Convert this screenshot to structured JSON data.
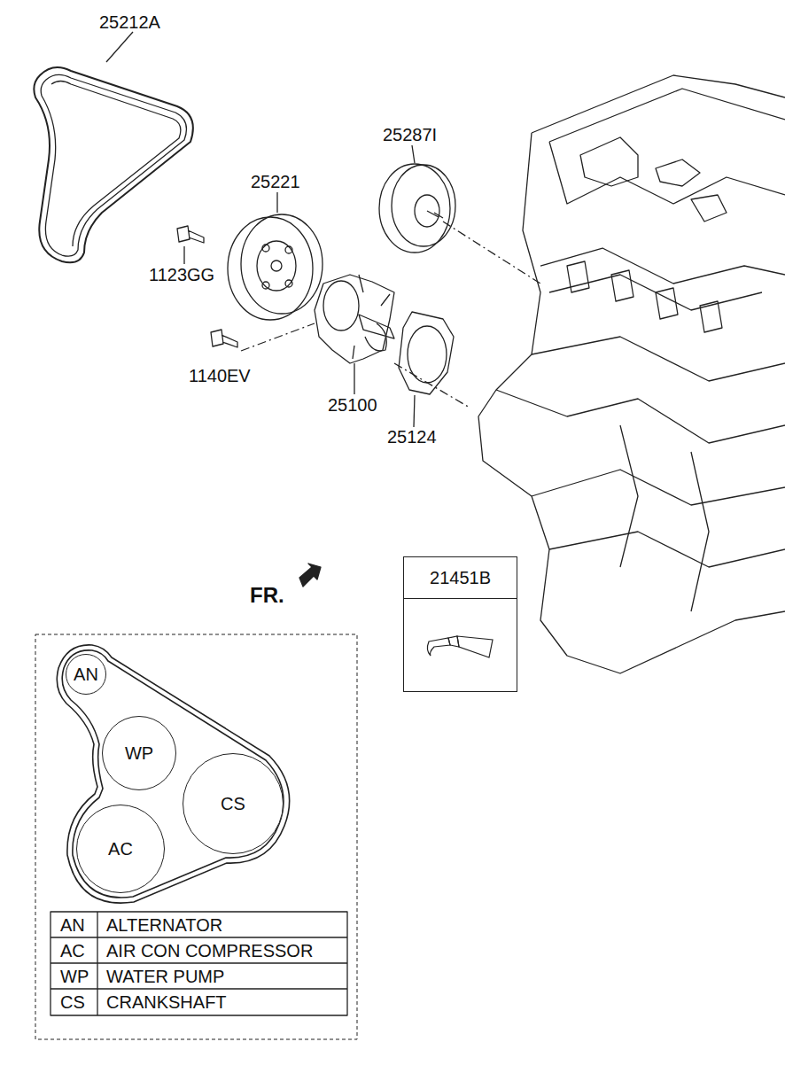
{
  "diagram": {
    "nodes": [
      {
        "text": [
          "21451B"
        ]
      },
      {
        "text": [
          "AN"
        ]
      },
      {
        "text": [
          "WP"
        ]
      },
      {
        "text": [
          "CS"
        ]
      },
      {
        "text": [
          "AC"
        ]
      }
    ],
    "labels": [
      "25212A",
      "25287I",
      "25221",
      "1123GG",
      "1140EV",
      "25100",
      "25124",
      "FR.",
      "AN",
      "ALTERNATOR",
      "AC",
      "AIR CON COMPRESSOR",
      "WP",
      "WATER PUMP",
      "CS",
      "CRANKSHAFT"
    ]
  }
}
